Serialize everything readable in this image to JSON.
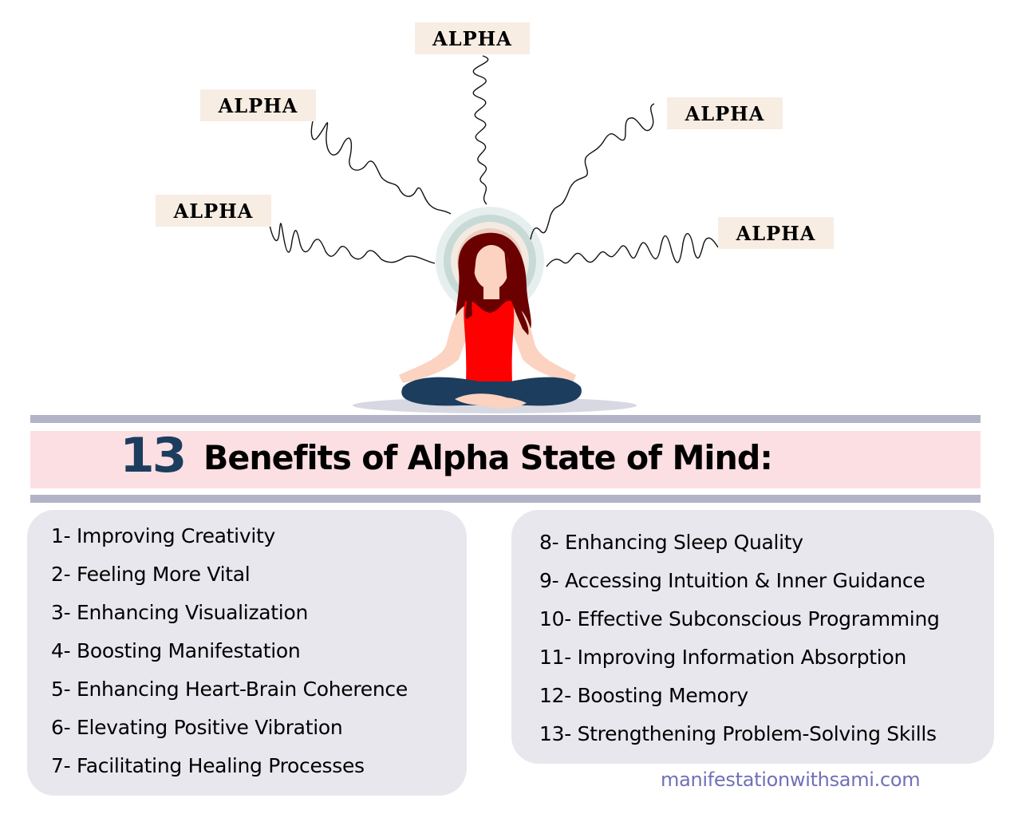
{
  "illustration": {
    "labels": [
      "ALPHA",
      "ALPHA",
      "ALPHA",
      "ALPHA",
      "ALPHA"
    ],
    "figure": "meditating-woman",
    "colors": {
      "label_bg": "#f8ede3",
      "hair": "#6b0000",
      "skin": "#fbd3c0",
      "top": "#ff0000",
      "pants": "#1c3d5e",
      "halo_outer": "#e6efee",
      "halo_2": "#c8dad6",
      "halo_3": "#f4eae2",
      "halo_4": "#eccdc0",
      "halo_5": "#e4b6b8",
      "mat": "#d8d8e2"
    }
  },
  "title": {
    "number": "13",
    "text": "Benefits of Alpha State of Mind:",
    "number_color": "#1c3d5e",
    "band_color": "#fcdfe2",
    "bar_color": "#b2b3c7"
  },
  "benefits_left": [
    "1- Improving Creativity",
    "2- Feeling More Vital",
    "3- Enhancing Visualization",
    "4- Boosting Manifestation",
    "5- Enhancing Heart-Brain Coherence",
    "6- Elevating Positive Vibration",
    "7- Facilitating Healing Processes"
  ],
  "benefits_right": [
    "8- Enhancing Sleep Quality",
    "9- Accessing Intuition & Inner Guidance",
    "10- Effective Subconscious Programming",
    "11- Improving Information Absorption",
    "12- Boosting Memory",
    "13- Strengthening Problem-Solving Skills"
  ],
  "footer": {
    "website": "manifestationwithsami.com",
    "color": "#7070b8"
  }
}
